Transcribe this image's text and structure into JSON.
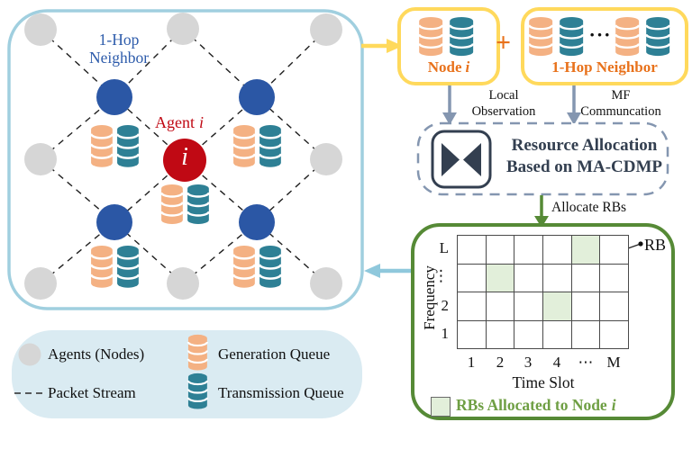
{
  "network": {
    "one_hop_label": "1-Hop Neighbor",
    "agent_label_prefix": "Agent",
    "agent_symbol": "i"
  },
  "top": {
    "node_box": {
      "label_prefix": "Node",
      "symbol": "i"
    },
    "plus": "+",
    "neighbor_box": {
      "label": "1-Hop Neighbor",
      "ellipsis": "···"
    },
    "local_arrow_label": "Local Observation",
    "mf_arrow_label": "MF Communcation"
  },
  "ra_box": {
    "line1": "Resource Allocation",
    "line2": "Based on MA-CDMP"
  },
  "allocate_label": "Allocate RBs",
  "rb_grid": {
    "freq_label": "Frequency",
    "row_labels": [
      "L",
      "⋮",
      "2",
      "1"
    ],
    "col_labels": [
      "1",
      "2",
      "3",
      "4",
      "⋯",
      "M"
    ],
    "time_label": "Time Slot",
    "rb_callout": "RB",
    "legend_prefix": "RBs Allocated to Node",
    "legend_symbol": "i",
    "rows": 4,
    "cols": 6,
    "allocated_cells": [
      [
        0,
        4
      ],
      [
        1,
        1
      ],
      [
        2,
        3
      ]
    ]
  },
  "legend": {
    "agents": "Agents (Nodes)",
    "packet": "Packet Stream",
    "generation": "Generation Queue",
    "transmission": "Transmission Queue"
  },
  "colors": {
    "agent_gray": "#d6d6d6",
    "neighbor_blue": "#2b57a5",
    "agent_red": "#c00914",
    "generation_orange": "#f4b183",
    "transmission_teal": "#2e8095",
    "panel_border_blue": "#a0cfdf",
    "legend_bg": "#daebf2",
    "yellow_box": "#ffd95c",
    "slate_blue": "#8496b0",
    "navy": "#333f50",
    "green_box": "#568a36",
    "alloc_green": "#e2efda",
    "orange_text": "#e8721c",
    "blue_text": "#2e5cab"
  }
}
